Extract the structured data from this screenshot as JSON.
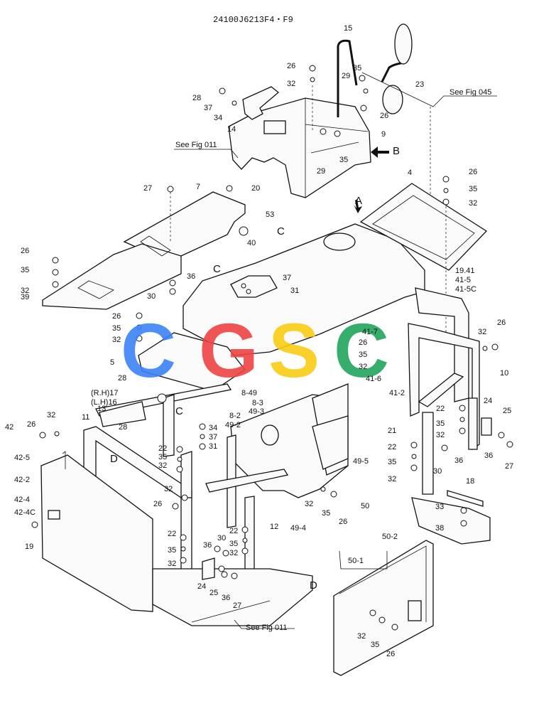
{
  "drawing_code": "24100J6213F4・F9",
  "see_refs": {
    "fig045": "See Fig 045",
    "fig011_top": "See Fig 011",
    "fig011_bottom": "See Fig 011"
  },
  "view_markers": {
    "A": "A",
    "B": "B",
    "C1": "C",
    "C2": "C",
    "C3": "C",
    "D1": "D",
    "D2": "D"
  },
  "side_labels": {
    "rh17": "(R.H)17",
    "lh16": "(L.H)16"
  },
  "watermark": {
    "letters": [
      "C",
      "G",
      "S",
      "C"
    ],
    "colors": [
      "#3b82f6",
      "#ef4444",
      "#facc15",
      "#22a55b"
    ]
  },
  "callouts": [
    "15",
    "26",
    "32",
    "29",
    "35",
    "28",
    "37",
    "34",
    "14",
    "23",
    "26",
    "29",
    "35",
    "9",
    "4",
    "26",
    "35",
    "32",
    "27",
    "7",
    "20",
    "53",
    "40",
    "26",
    "35",
    "32",
    "36",
    "30",
    "39",
    "37",
    "31",
    "19.41",
    "41-5",
    "41-5C",
    "26",
    "35",
    "32",
    "5",
    "28",
    "41-7",
    "26",
    "35",
    "32",
    "41-6",
    "41-2",
    "32",
    "26",
    "10",
    "8-49",
    "8-3",
    "49-3",
    "8-2",
    "49-2",
    "13",
    "28",
    "11",
    "32",
    "26",
    "42",
    "42-5",
    "42-2",
    "42-4",
    "42-4C",
    "19",
    "34",
    "37",
    "31",
    "22",
    "35",
    "32",
    "22",
    "35",
    "32",
    "24",
    "25",
    "36",
    "27",
    "21",
    "22",
    "35",
    "32",
    "30",
    "36",
    "18",
    "33",
    "38",
    "49-5",
    "32",
    "35",
    "26",
    "49-4",
    "12",
    "26",
    "32",
    "22",
    "35",
    "32",
    "36",
    "30",
    "35",
    "32",
    "22",
    "24",
    "25",
    "36",
    "27",
    "50",
    "50-2",
    "50-1",
    "32",
    "35",
    "26"
  ]
}
